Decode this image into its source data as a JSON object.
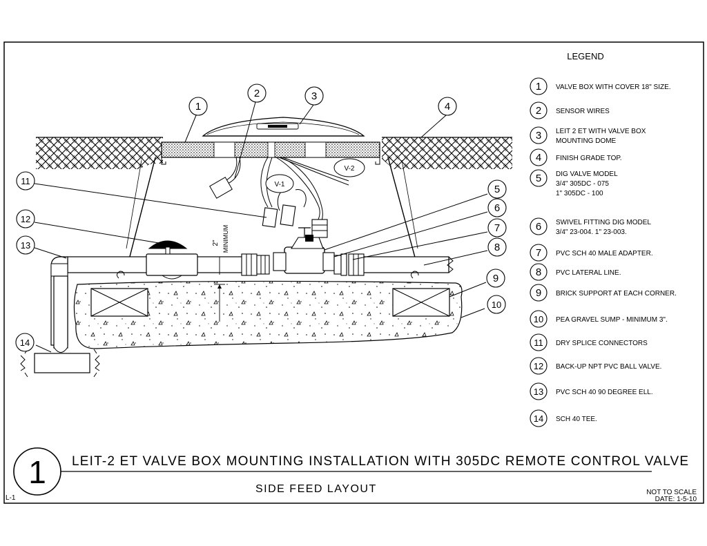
{
  "legend": {
    "title": "LEGEND",
    "items": [
      {
        "num": "1",
        "line1": "VALVE BOX WITH COVER 18\" SIZE.",
        "line2": "",
        "line3": ""
      },
      {
        "num": "2",
        "line1": "SENSOR WIRES",
        "line2": "",
        "line3": ""
      },
      {
        "num": "3",
        "line1": "LEIT 2 ET  WITH VALVE BOX",
        "line2": "MOUNTING DOME",
        "line3": ""
      },
      {
        "num": "4",
        "line1": "FINISH GRADE TOP.",
        "line2": "",
        "line3": ""
      },
      {
        "num": "5",
        "line1": "DIG VALVE MODEL",
        "line2": "3/4\" 305DC - 075",
        "line3": "1\"     305DC -  100"
      },
      {
        "num": "6",
        "line1": "SWIVEL FITTING DIG MODEL",
        "line2": "3/4\"  23-004.    1\"   23-003.",
        "line3": ""
      },
      {
        "num": "7",
        "line1": "PVC SCH 40 MALE ADAPTER.",
        "line2": "",
        "line3": ""
      },
      {
        "num": "8",
        "line1": "PVC LATERAL LINE.",
        "line2": "",
        "line3": ""
      },
      {
        "num": "9",
        "line1": "BRICK SUPPORT AT EACH CORNER.",
        "line2": "",
        "line3": ""
      },
      {
        "num": "10",
        "line1": "PEA GRAVEL SUMP - MINIMUM 3\".",
        "line2": "",
        "line3": ""
      },
      {
        "num": "11",
        "line1": "DRY SPLICE CONNECTORS",
        "line2": "",
        "line3": ""
      },
      {
        "num": "12",
        "line1": "BACK-UP NPT PVC BALL VALVE.",
        "line2": "",
        "line3": ""
      },
      {
        "num": "13",
        "line1": "PVC SCH 40  90 DEGREE ELL.",
        "line2": "",
        "line3": ""
      },
      {
        "num": "14",
        "line1": "SCH 40 TEE.",
        "line2": "",
        "line3": ""
      }
    ]
  },
  "callouts": [
    "1",
    "2",
    "3",
    "4",
    "5",
    "6",
    "7",
    "8",
    "9",
    "10",
    "11",
    "12",
    "13",
    "14"
  ],
  "labels": {
    "v1": "V-1",
    "v2": "V-2",
    "dim_value": "2\"",
    "dim_text": "MINIMUM"
  },
  "title_block": {
    "detail_number": "1",
    "title": "LEIT-2 ET VALVE BOX MOUNTING INSTALLATION WITH 305DC REMOTE CONTROL VALVE",
    "subtitle": "SIDE FEED LAYOUT",
    "scale": "NOT TO SCALE",
    "date": "DATE:  1-5-10",
    "sheet": "L-1"
  }
}
